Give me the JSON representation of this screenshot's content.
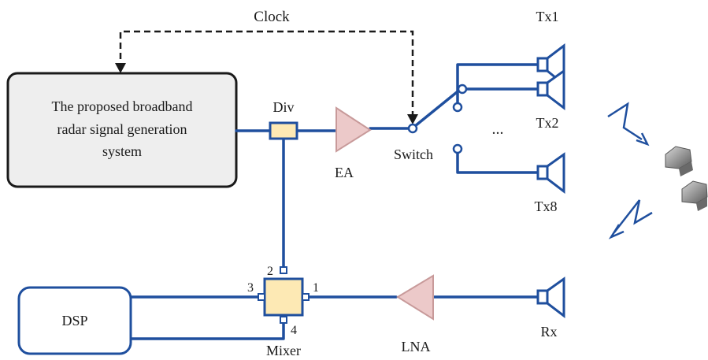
{
  "labels": {
    "clock": "Clock",
    "system_line1": "The proposed broadband",
    "system_line2": "radar signal generation",
    "system_line3": "system",
    "div": "Div",
    "ea": "EA",
    "switch": "Switch",
    "tx1": "Tx1",
    "tx2": "Tx2",
    "tx8": "Tx8",
    "ellipsis": "...",
    "dsp": "DSP",
    "mixer": "Mixer",
    "lna": "LNA",
    "rx": "Rx",
    "port1": "1",
    "port2": "2",
    "port3": "3",
    "port4": "4"
  },
  "colors": {
    "wire": "#1f4f9e",
    "box_fill": "#eeeeee",
    "box_stroke": "#1a1a1a",
    "dsp_stroke": "#1f4f9e",
    "div_fill": "#fde9b4",
    "mixer_fill": "#fde9b4",
    "amp_fill": "#ecc9c9",
    "amp_stroke": "#c89a9a",
    "clock_line": "#1a1a1a",
    "antenna_stroke": "#1f4f9e",
    "target_fill": "#9a9a9a",
    "wave_stroke": "#1f4f9e"
  },
  "icons": {
    "antenna": "horn-antenna-icon",
    "target": "target-object-icon",
    "wave": "lightning-wave-icon"
  }
}
